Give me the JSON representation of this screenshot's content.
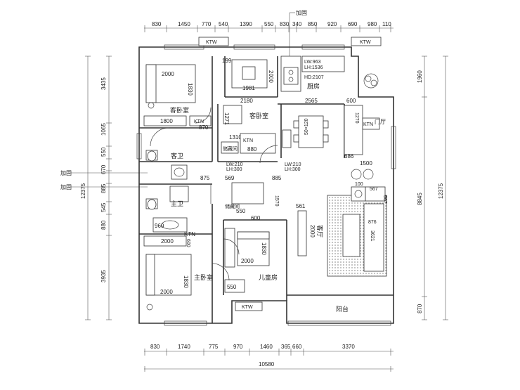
{
  "dims": {
    "top": [
      "830",
      "1450",
      "770",
      "540",
      "1390",
      "550",
      "830",
      "340",
      "850",
      "920",
      "690",
      "980",
      "110"
    ],
    "bottom": [
      "830",
      "1740",
      "775",
      "970",
      "1460",
      "365",
      "660",
      "3370"
    ],
    "total_bottom": "10580",
    "left": [
      "3435",
      "1065",
      "550",
      "670",
      "885",
      "545",
      "880",
      "3935"
    ],
    "total_left": "12375",
    "right": [
      "1960",
      "8845",
      "870"
    ],
    "total_right": "12375",
    "guest_bed_w": "2000",
    "guest_bed_l": "1830",
    "wardrobe_1": "1800",
    "wardrobe_2": "2000",
    "room_870": "870",
    "room_199": "199",
    "room_2000": "2000",
    "room_1981": "1981",
    "room_2180": "2180",
    "room_1271": "1271",
    "room_1310": "1310",
    "room_880": "880",
    "room_2565": "2565",
    "dining": "50×120",
    "room_600": "600",
    "room_1270": "1270",
    "room_686": "686",
    "room_1500": "1500",
    "room_960": "960",
    "room_875": "875",
    "room_569": "569",
    "room_885": "885",
    "room_550": "550",
    "room_600b": "600",
    "room_1570": "1570",
    "room_600c": "600",
    "master_bed_l": "1830",
    "master_bed_w": "2000",
    "kids_bed_l": "1830",
    "kids_bed_w": "2000",
    "room_561": "561",
    "tv": "2000",
    "sofa": "3621",
    "room_876": "876",
    "room_100": "100",
    "room_567": "567"
  },
  "rooms": {
    "guest_bedroom_1": "客卧室",
    "guest_bedroom_2": "客卧室",
    "kitchen": "厨房",
    "hall": "门厅",
    "guest_bathroom": "客卫",
    "master_bathroom": "主卫",
    "master_bedroom": "主卧室",
    "childrens_room": "儿童房",
    "living_room": "客厅",
    "balcony": "阳台"
  },
  "labels": {
    "reinforce_top": "加固",
    "reinforce_left_1": "加固",
    "reinforce_left_2": "加固",
    "ac_top_left": "KTW",
    "ac_top_right": "KTW",
    "ac_bottom": "KTW",
    "ac_room": "KTN",
    "storage": "储藏间",
    "kitchen_spec_1": "LW:963",
    "kitchen_spec_2": "LH:1536",
    "kitchen_spec_3": "HD:2107",
    "lw_1": "LW:210",
    "lh_1": "LH:300",
    "lw_2": "LW:210",
    "lh_2": "LH:300"
  }
}
